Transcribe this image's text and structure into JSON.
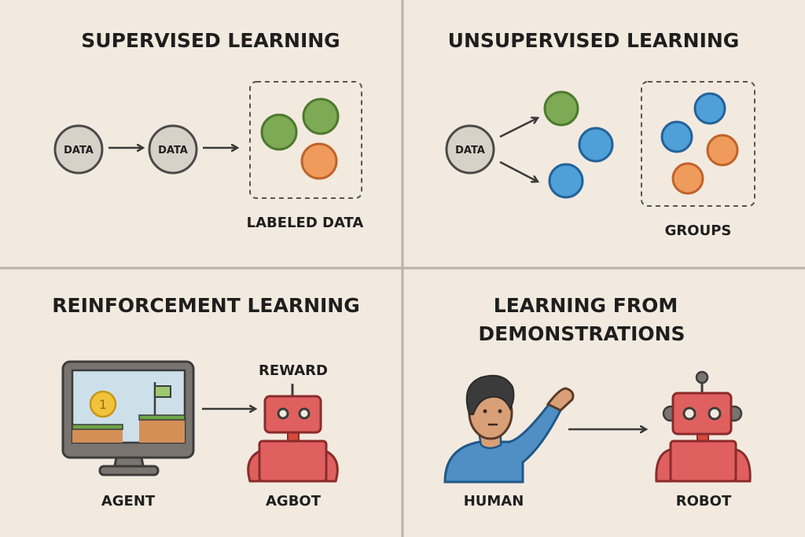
{
  "panels": {
    "supervised": {
      "title": "SUPERVISED LEARNING",
      "node1": "DATA",
      "node2": "DATA",
      "output_label": "LABELED DATA"
    },
    "unsupervised": {
      "title": "UNSUPERVISED LEARNING",
      "node": "DATA",
      "output_label": "GROUPS"
    },
    "reinforcement": {
      "title": "REINFORCEMENT LEARNING",
      "coin": "1",
      "reward_label": "REWARD",
      "agent_label": "AGENT",
      "robot_label": "AGBOT"
    },
    "demonstrations": {
      "title_line1": "LEARNING FROM",
      "title_line2": "DEMONSTRATIONS",
      "human_label": "HUMAN",
      "robot_label": "ROBOT"
    }
  },
  "colors": {
    "background": "#f3eadf",
    "green": "#7ea955",
    "blue": "#4f9fd8",
    "orange": "#ee9b5c",
    "robot": "#e06060"
  }
}
